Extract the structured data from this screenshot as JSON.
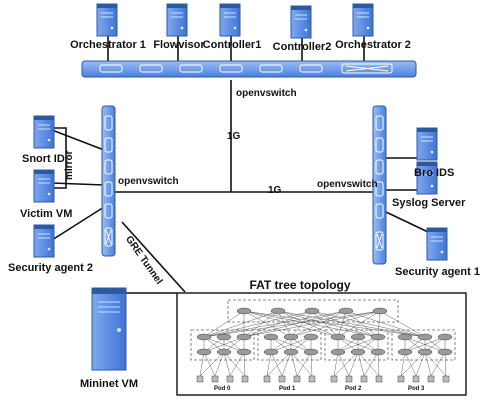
{
  "controllers": {
    "orchestrator1": "Orchestrator 1",
    "flowvisor": "Flowvisor",
    "controller1": "Controller1",
    "controller2": "Controller2",
    "orchestrator2": "Orchestrator 2"
  },
  "switch_labels": {
    "top": "openvswitch",
    "left": "openvswitch",
    "right": "openvswitch"
  },
  "links": {
    "uplink": "1G",
    "backbone": "1G",
    "mirror": "mirror",
    "gre": "GRE Tunnel"
  },
  "left_hosts": {
    "snort": "Snort ID",
    "victim": "Victim VM",
    "security2": "Security agent 2"
  },
  "right_hosts": {
    "bro": "Bro IDS",
    "syslog": "Syslog Server",
    "security1": "Security agent 1"
  },
  "mininet": "Mininet VM",
  "fat_tree": {
    "title": "FAT tree topology",
    "pods": [
      "Pod 0",
      "Pod 1",
      "Pod 2",
      "Pod 3"
    ]
  },
  "colors": {
    "device_blue": "#4a86e8",
    "device_dark": "#2c5aa0",
    "switch_fill": "#5b8fe6",
    "link": "#111111"
  }
}
